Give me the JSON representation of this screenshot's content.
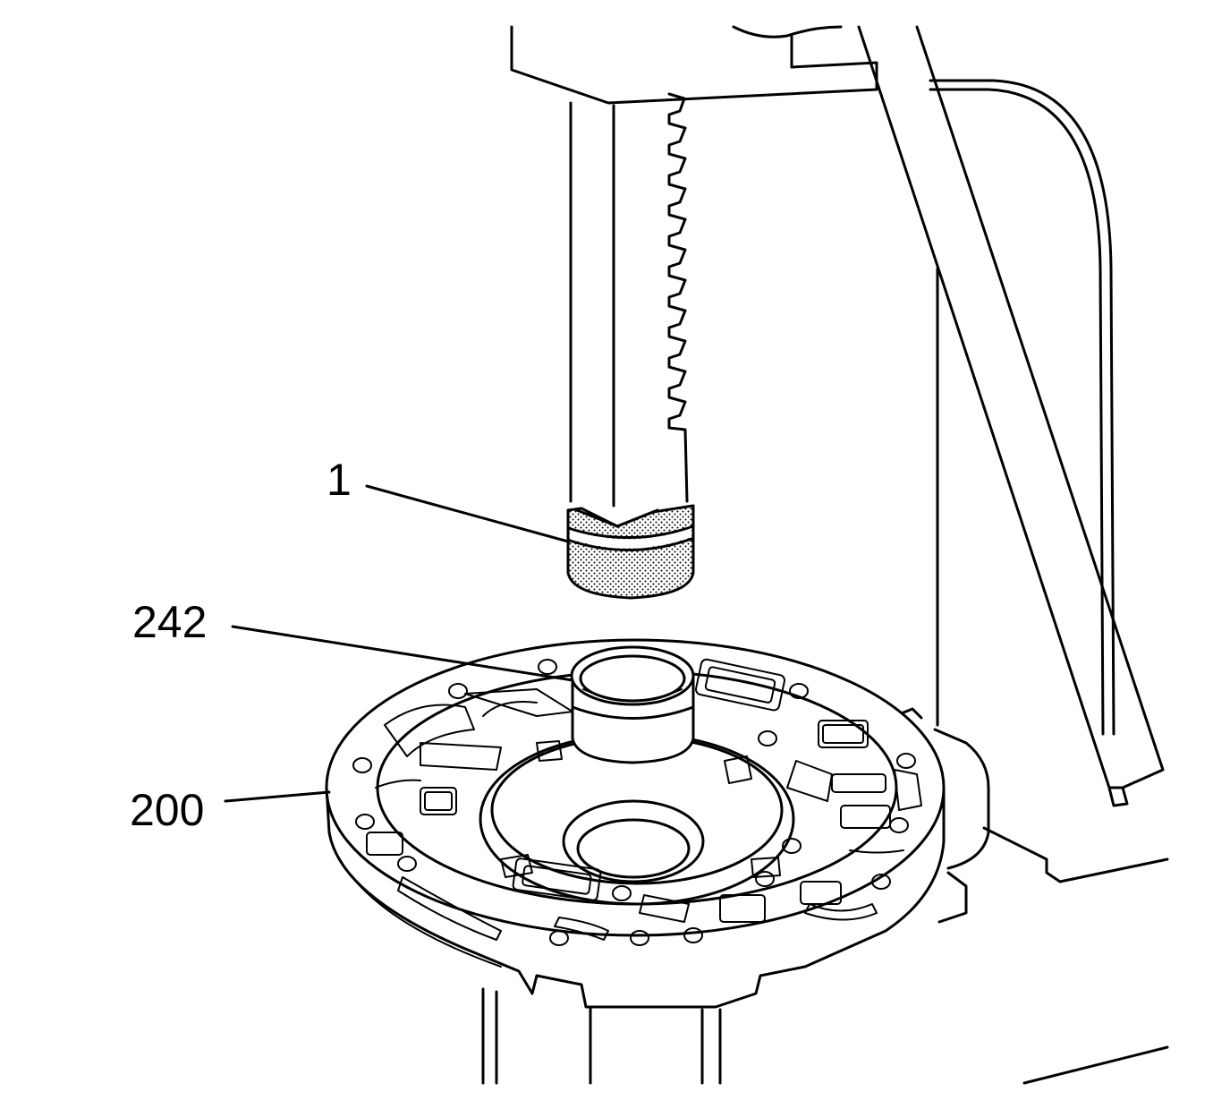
{
  "callouts": {
    "tool": "1",
    "bushing": "242",
    "pump_cover": "200"
  }
}
